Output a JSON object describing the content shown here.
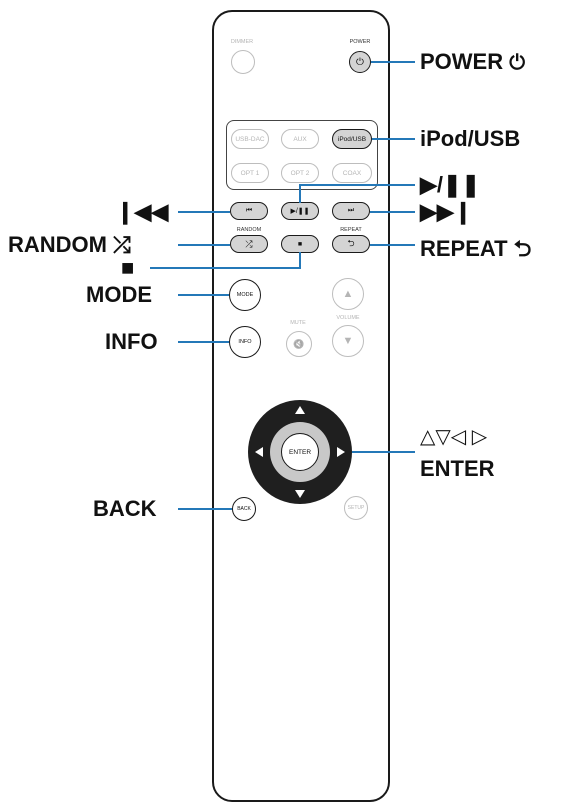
{
  "remote": {
    "dimmer_label": "DIMMER",
    "power_label": "POWER",
    "power_glyph": "⏻",
    "inputs": [
      "USB-DAC",
      "AUX",
      "iPod/USB",
      "OPT 1",
      "OPT 2",
      "COAX"
    ],
    "transport": {
      "prev_glyph": "⏮",
      "play_glyph": "▶/❚❚",
      "next_glyph": "⏭"
    },
    "random_label": "RANDOM",
    "repeat_label": "REPEAT",
    "random_glyph": "⤮",
    "stop_glyph": "■",
    "repeat_glyph": "⮌",
    "mode_label": "MODE",
    "info_label": "INFO",
    "mute_label": "MUTE",
    "mute_glyph": "🔇",
    "volume_label": "VOLUME",
    "vol_up_glyph": "▲",
    "vol_down_glyph": "▼",
    "enter_label": "ENTER",
    "back_label": "BACK",
    "setup_label": "SETUP"
  },
  "callouts": {
    "power": "POWER",
    "power_symbol": "⏻",
    "ipod_usb": "iPod/USB",
    "play_pause": "▶/❚❚",
    "prev": "❙◀◀",
    "next": "▶▶❙",
    "random": "RANDOM",
    "random_symbol": "⤮",
    "repeat": "REPEAT",
    "repeat_symbol": "⮌",
    "stop": "■",
    "mode": "MODE",
    "info": "INFO",
    "cursor": "△▽◁ ▷",
    "enter": "ENTER",
    "back": "BACK"
  },
  "colors": {
    "leader_line": "#2478b8",
    "outline": "#1a1a1a",
    "active_button_fill": "#d4d4d4",
    "inactive_button": "#bdbdbd"
  }
}
